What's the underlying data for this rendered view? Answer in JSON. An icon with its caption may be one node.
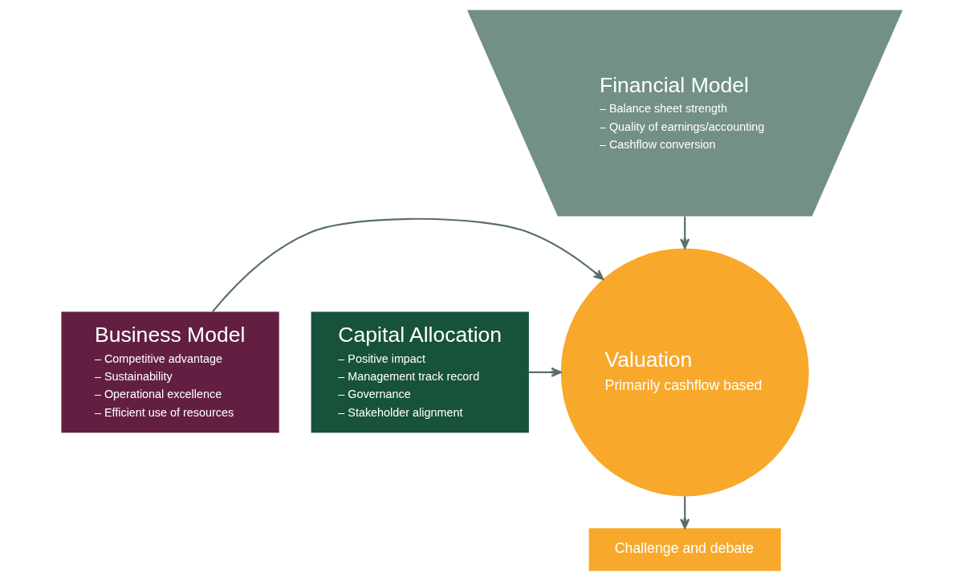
{
  "diagram": {
    "nodes": [
      {
        "text": [
          "Financial Model",
          "– Balance sheet strength",
          "– Quality of earnings/accounting",
          "– Cashflow conversion"
        ]
      },
      {
        "text": [
          "Business Model",
          "– Competitive advantage",
          "– Sustainability",
          "– Operational excellence",
          "– Efficient use of resources"
        ]
      },
      {
        "text": [
          "Valuation",
          "Primarily cashflow based"
        ]
      },
      {
        "text": [
          "Capital Allocation",
          "– Positive impact",
          "– Management track record",
          "– Governance",
          "– Stakeholder alignment"
        ]
      },
      {
        "text": [
          "Challenge and debate"
        ]
      }
    ],
    "edges": [
      {
        "from": 0,
        "to": 2,
        "arrow": "to"
      },
      {
        "from": 1,
        "to": 2,
        "arrow": "to"
      },
      {
        "from": 3,
        "to": 2,
        "arrow": "to"
      },
      {
        "from": 2,
        "to": 4,
        "arrow": "to"
      }
    ]
  }
}
